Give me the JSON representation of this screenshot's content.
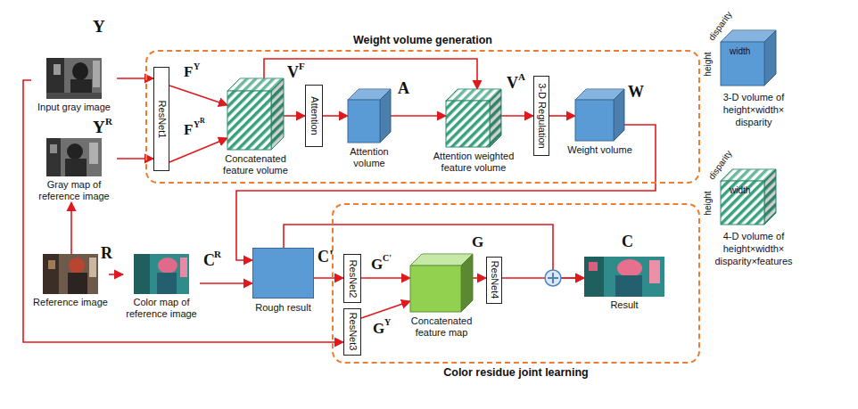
{
  "diagram": {
    "nodes": [
      {
        "text": [
          "Weight volume generation"
        ]
      },
      {
        "text": [
          "Input gray image"
        ]
      },
      {
        "text": [
          "Gray map of reference image"
        ]
      },
      {
        "text": [
          "ResNet1"
        ],
        "in": 0
      },
      {
        "text": [
          "Concatenated feature volume"
        ],
        "in": 0
      },
      {
        "text": [
          "Attention"
        ],
        "in": 0
      },
      {
        "text": [
          "Attention volume"
        ],
        "in": 0
      },
      {
        "text": [
          "Attention weighted feature volume"
        ],
        "in": 0
      },
      {
        "text": [
          "3-D Regulation"
        ],
        "in": 0
      },
      {
        "text": [
          "Weight volume"
        ],
        "in": 0
      },
      {
        "text": [
          "Color residue joint learning"
        ]
      },
      {
        "text": [
          "Reference image"
        ]
      },
      {
        "text": [
          "Color map of reference image"
        ]
      },
      {
        "text": [
          "Rough result"
        ]
      },
      {
        "text": [
          "ResNet2"
        ],
        "in": 10
      },
      {
        "text": [
          "ResNet3"
        ],
        "in": 10
      },
      {
        "text": [
          "Concatenated feature map"
        ],
        "in": 10
      },
      {
        "text": [
          "ResNet4"
        ],
        "in": 10
      },
      {
        "text": [
          "Result"
        ],
        "in": 10
      }
    ],
    "edges": [
      {
        "from": 1,
        "to": 3,
        "arrow": "to"
      },
      {
        "from": 2,
        "to": 3,
        "arrow": "to"
      },
      {
        "from": 3,
        "to": 4,
        "arrow": "to"
      },
      {
        "from": 3,
        "to": 4,
        "arrow": "to"
      },
      {
        "from": 4,
        "to": 5,
        "arrow": "to"
      },
      {
        "from": 4,
        "to": 7,
        "arrow": "to"
      },
      {
        "from": 5,
        "to": 6,
        "arrow": "to"
      },
      {
        "from": 6,
        "to": 7,
        "arrow": "to"
      },
      {
        "from": 7,
        "to": 8,
        "arrow": "to"
      },
      {
        "from": 8,
        "to": 9,
        "arrow": "to"
      },
      {
        "from": 9,
        "to": 13,
        "arrow": "to"
      },
      {
        "from": 11,
        "to": 2,
        "arrow": "to"
      },
      {
        "from": 11,
        "to": 12,
        "arrow": "to"
      },
      {
        "from": 12,
        "to": 13,
        "arrow": "to"
      },
      {
        "from": 1,
        "to": 15,
        "arrow": "to"
      },
      {
        "from": 13,
        "to": 14,
        "arrow": "to"
      },
      {
        "from": 14,
        "to": 16,
        "arrow": "to"
      },
      {
        "from": 15,
        "to": 16,
        "arrow": "to"
      },
      {
        "from": 16,
        "to": 17,
        "arrow": "to"
      },
      {
        "from": 17,
        "to": 18,
        "arrow": "to"
      },
      {
        "from": 13,
        "to": 18,
        "arrow": "to"
      }
    ],
    "labels": [
      "Y",
      "Y",
      "R",
      "F",
      "Y",
      "F",
      "Y",
      "R",
      "V",
      "F",
      "A",
      "V",
      "A",
      "W",
      "R",
      "C",
      "R",
      "C'",
      "G",
      "C'",
      "G",
      "Y",
      "G",
      "C",
      "disparity",
      "width",
      "height",
      "disparity",
      "width",
      "height"
    ],
    "legend": [
      {
        "text": "3-D volume of height×width× disparity",
        "color": "#5b9bd5"
      },
      {
        "text": "4-D volume of height×width× disparity×features"
      }
    ]
  }
}
